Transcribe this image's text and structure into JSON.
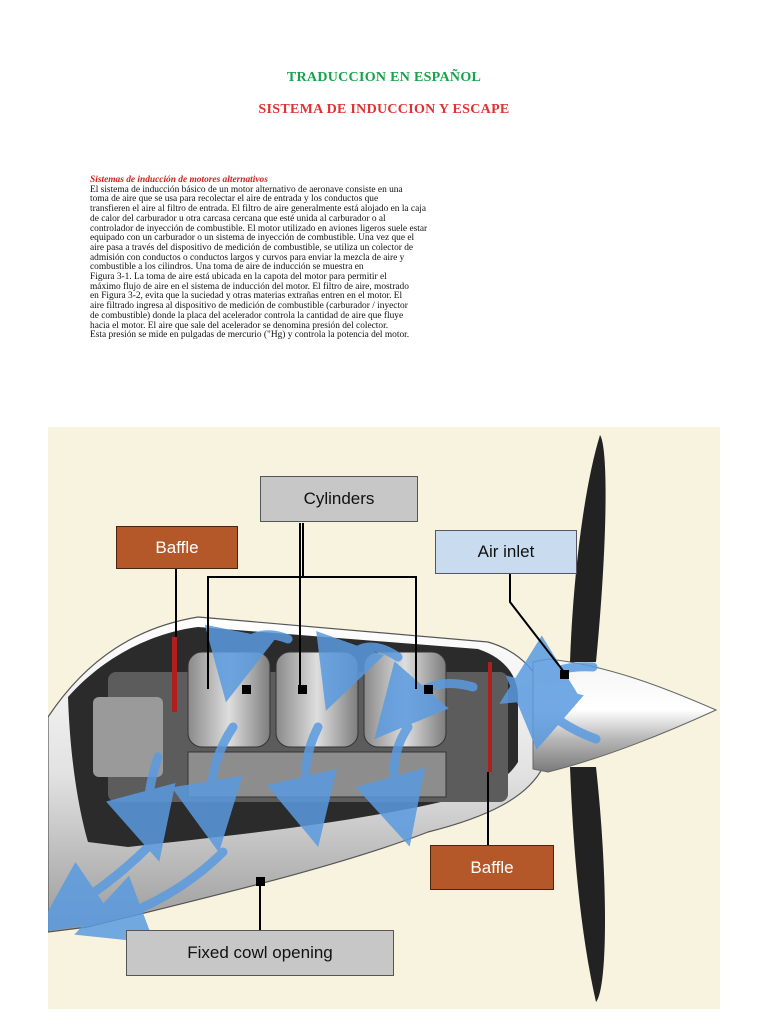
{
  "header": {
    "title": "TRADUCCION EN ESPAÑOL",
    "subtitle": "SISTEMA DE INDUCCION Y ESCAPE"
  },
  "article": {
    "subheading": "Sistemas de inducción de motores alternativos",
    "lines": [
      "El sistema de inducción básico de un motor alternativo de aeronave consiste en una",
      "toma de aire que se usa para recolectar el aire de entrada y los conductos que",
      "transfieren el aire al filtro de entrada. El filtro de aire generalmente está alojado en la caja",
      "de calor del carburador u otra carcasa cercana que esté unida al carburador o al",
      "controlador de inyección de combustible. El motor utilizado en aviones ligeros suele estar",
      "equipado con un carburador o un sistema de inyección de combustible. Una vez que el",
      "aire pasa a través del dispositivo de medición de combustible, se utiliza un colector de",
      "admisión con conductos o conductos largos y curvos para enviar la mezcla de aire y",
      "combustible a los cilindros. Una toma de aire de inducción se muestra en",
      "Figura 3-1. La toma de aire está ubicada en la capota del motor para permitir el",
      "máximo flujo de aire en el sistema de inducción del motor. El filtro de aire, mostrado",
      "en Figura 3-2, evita que la suciedad y otras materias extrañas entren en el motor. El",
      "aire filtrado ingresa al dispositivo de medición de combustible (carburador / inyector",
      "de combustible) donde la placa del acelerador controla la cantidad de aire que fluye",
      "hacia el motor. El aire que sale del acelerador se denomina presión del colector.",
      "Esta presión se mide en pulgadas de mercurio (\"Hg) y controla la potencia del motor."
    ]
  },
  "figure": {
    "labels": {
      "cylinders": "Cylinders",
      "baffle_top": "Baffle",
      "air_inlet": "Air inlet",
      "baffle_bottom": "Baffle",
      "fixed_cowl_opening": "Fixed cowl opening"
    },
    "colors": {
      "background": "#f7f3df",
      "baffle_label": "#b4582a",
      "air_inlet_label": "#c9dcef",
      "grey_label": "#c7c7c7",
      "airflow_arrow": "#5a9be0",
      "propeller": "#222222"
    }
  }
}
